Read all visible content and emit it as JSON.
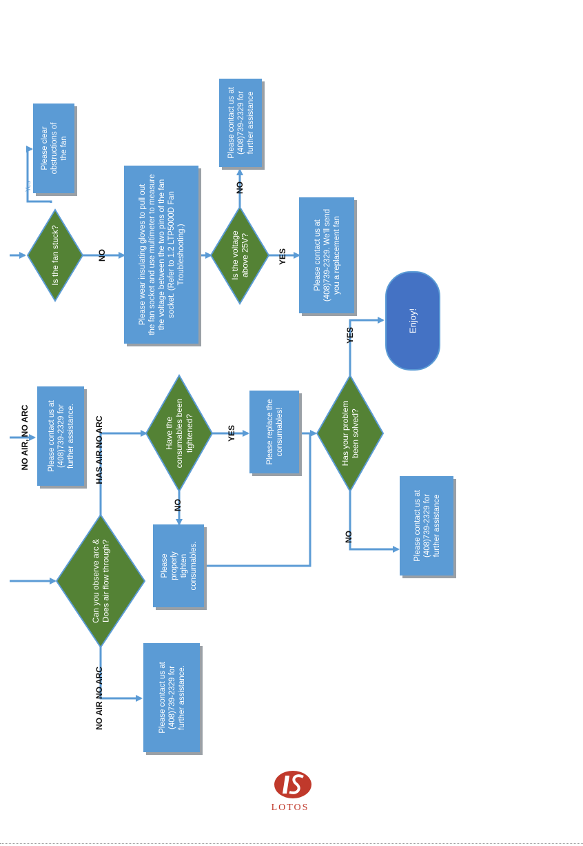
{
  "colors": {
    "box": "#5b9bd5",
    "box_shadow": "#9aa0a6",
    "diamond": "#548235",
    "diamond_border": "#5b9bd5",
    "line": "#5b9bd5",
    "terminal": "#4472c4",
    "logo": "#c0392b"
  },
  "nodes": {
    "contact_no_air_no_arc": "Please contact us at (408)739-2329 for further assistance.",
    "q_observe_arc": "Can you observe arc & Does air flow through?",
    "contact_no_air_no_arc_top": "Please contact us at (408)739-2329 for further assistance.",
    "tighten": "Please properly tighten consumables.",
    "q_tightened": "Have the consumables been tightened?",
    "replace": "Please replace the consumables!",
    "q_solved": "Has your problem been solved?",
    "contact_not_solved": "Please contact us at (408)739-2329 for further assistance",
    "enjoy": "Enjoy!",
    "q_fan_stuck": "Is the fan stuck?",
    "clear_fan": "Please clear obstructions of the fan",
    "measure": "Please wear insulating gloves to pull out the fan socket and use multimeter to measure the voltage between the two pins of the fan socket. (Refer to 1.2 LTP5000D Fan Troubleshooting.)",
    "q_voltage": "Is the voltage above 25V?",
    "contact_voltage_no": "Please contact us at (408)739-2329 for further assistance",
    "replacement_fan": "Please contact us at (408)739-2329. We'll send you a replacement fan"
  },
  "labels": {
    "no_air_no_arc": "NO AIR NO ARC",
    "no_air_no_arc_top": "NO AIR, NO ARC",
    "has_air_no_arc": "HAS AIR NO ARC",
    "no_tighten": "NO",
    "yes_tightened": "YES",
    "no_solved": "NO",
    "yes_solved": "YES",
    "no_fan": "NO",
    "yes_fan": "Yes",
    "no_voltage": "NO",
    "yes_voltage": "YES"
  },
  "logo": {
    "text": "LOTOS"
  }
}
